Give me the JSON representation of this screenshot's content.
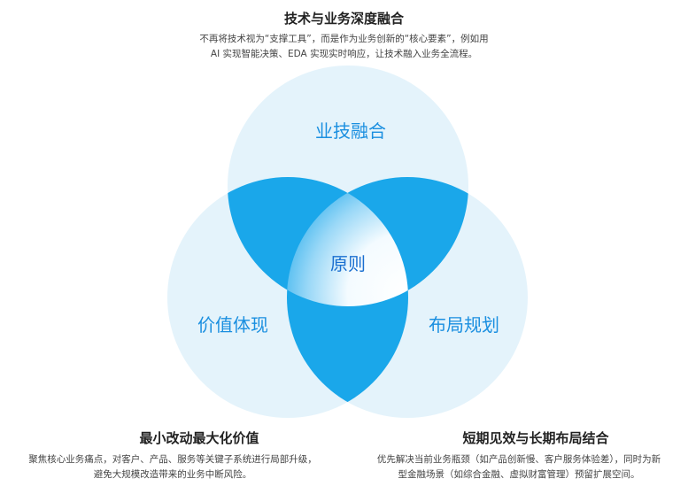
{
  "top": {
    "title": "技术与业务深度融合",
    "desc_line1": "不再将技术视为“支撑工具”，而是作为业务创新的“核心要素”，例如用",
    "desc_line2": "AI 实现智能决策、EDA 实现实时响应，让技术融入业务全流程。"
  },
  "circles": {
    "top_label": "业技融合",
    "left_label": "价值体现",
    "right_label": "布局规划",
    "center_label": "原则"
  },
  "bottom_left": {
    "title": "最小改动最大化价值",
    "desc_line1": "聚焦核心业务痛点，对客户、产品、服务等关键子系统进行局部升级，",
    "desc_line2": "避免大规模改造带来的业务中断风险。"
  },
  "bottom_right": {
    "title": "短期见效与长期布局结合",
    "desc_line1": "优先解决当前业务瓶颈（如产品创新慢、客户服务体验差），同时为新",
    "desc_line2": "型金融场景（如综合金融、虚拟财富管理）预留扩展空间。"
  },
  "colors": {
    "circle_fill": "#e4f3fb",
    "overlap_fill": "#1aa7ea",
    "center_glow": "#ffffff",
    "label_blue": "#1a8fe0",
    "center_text": "#1a6fd0"
  }
}
